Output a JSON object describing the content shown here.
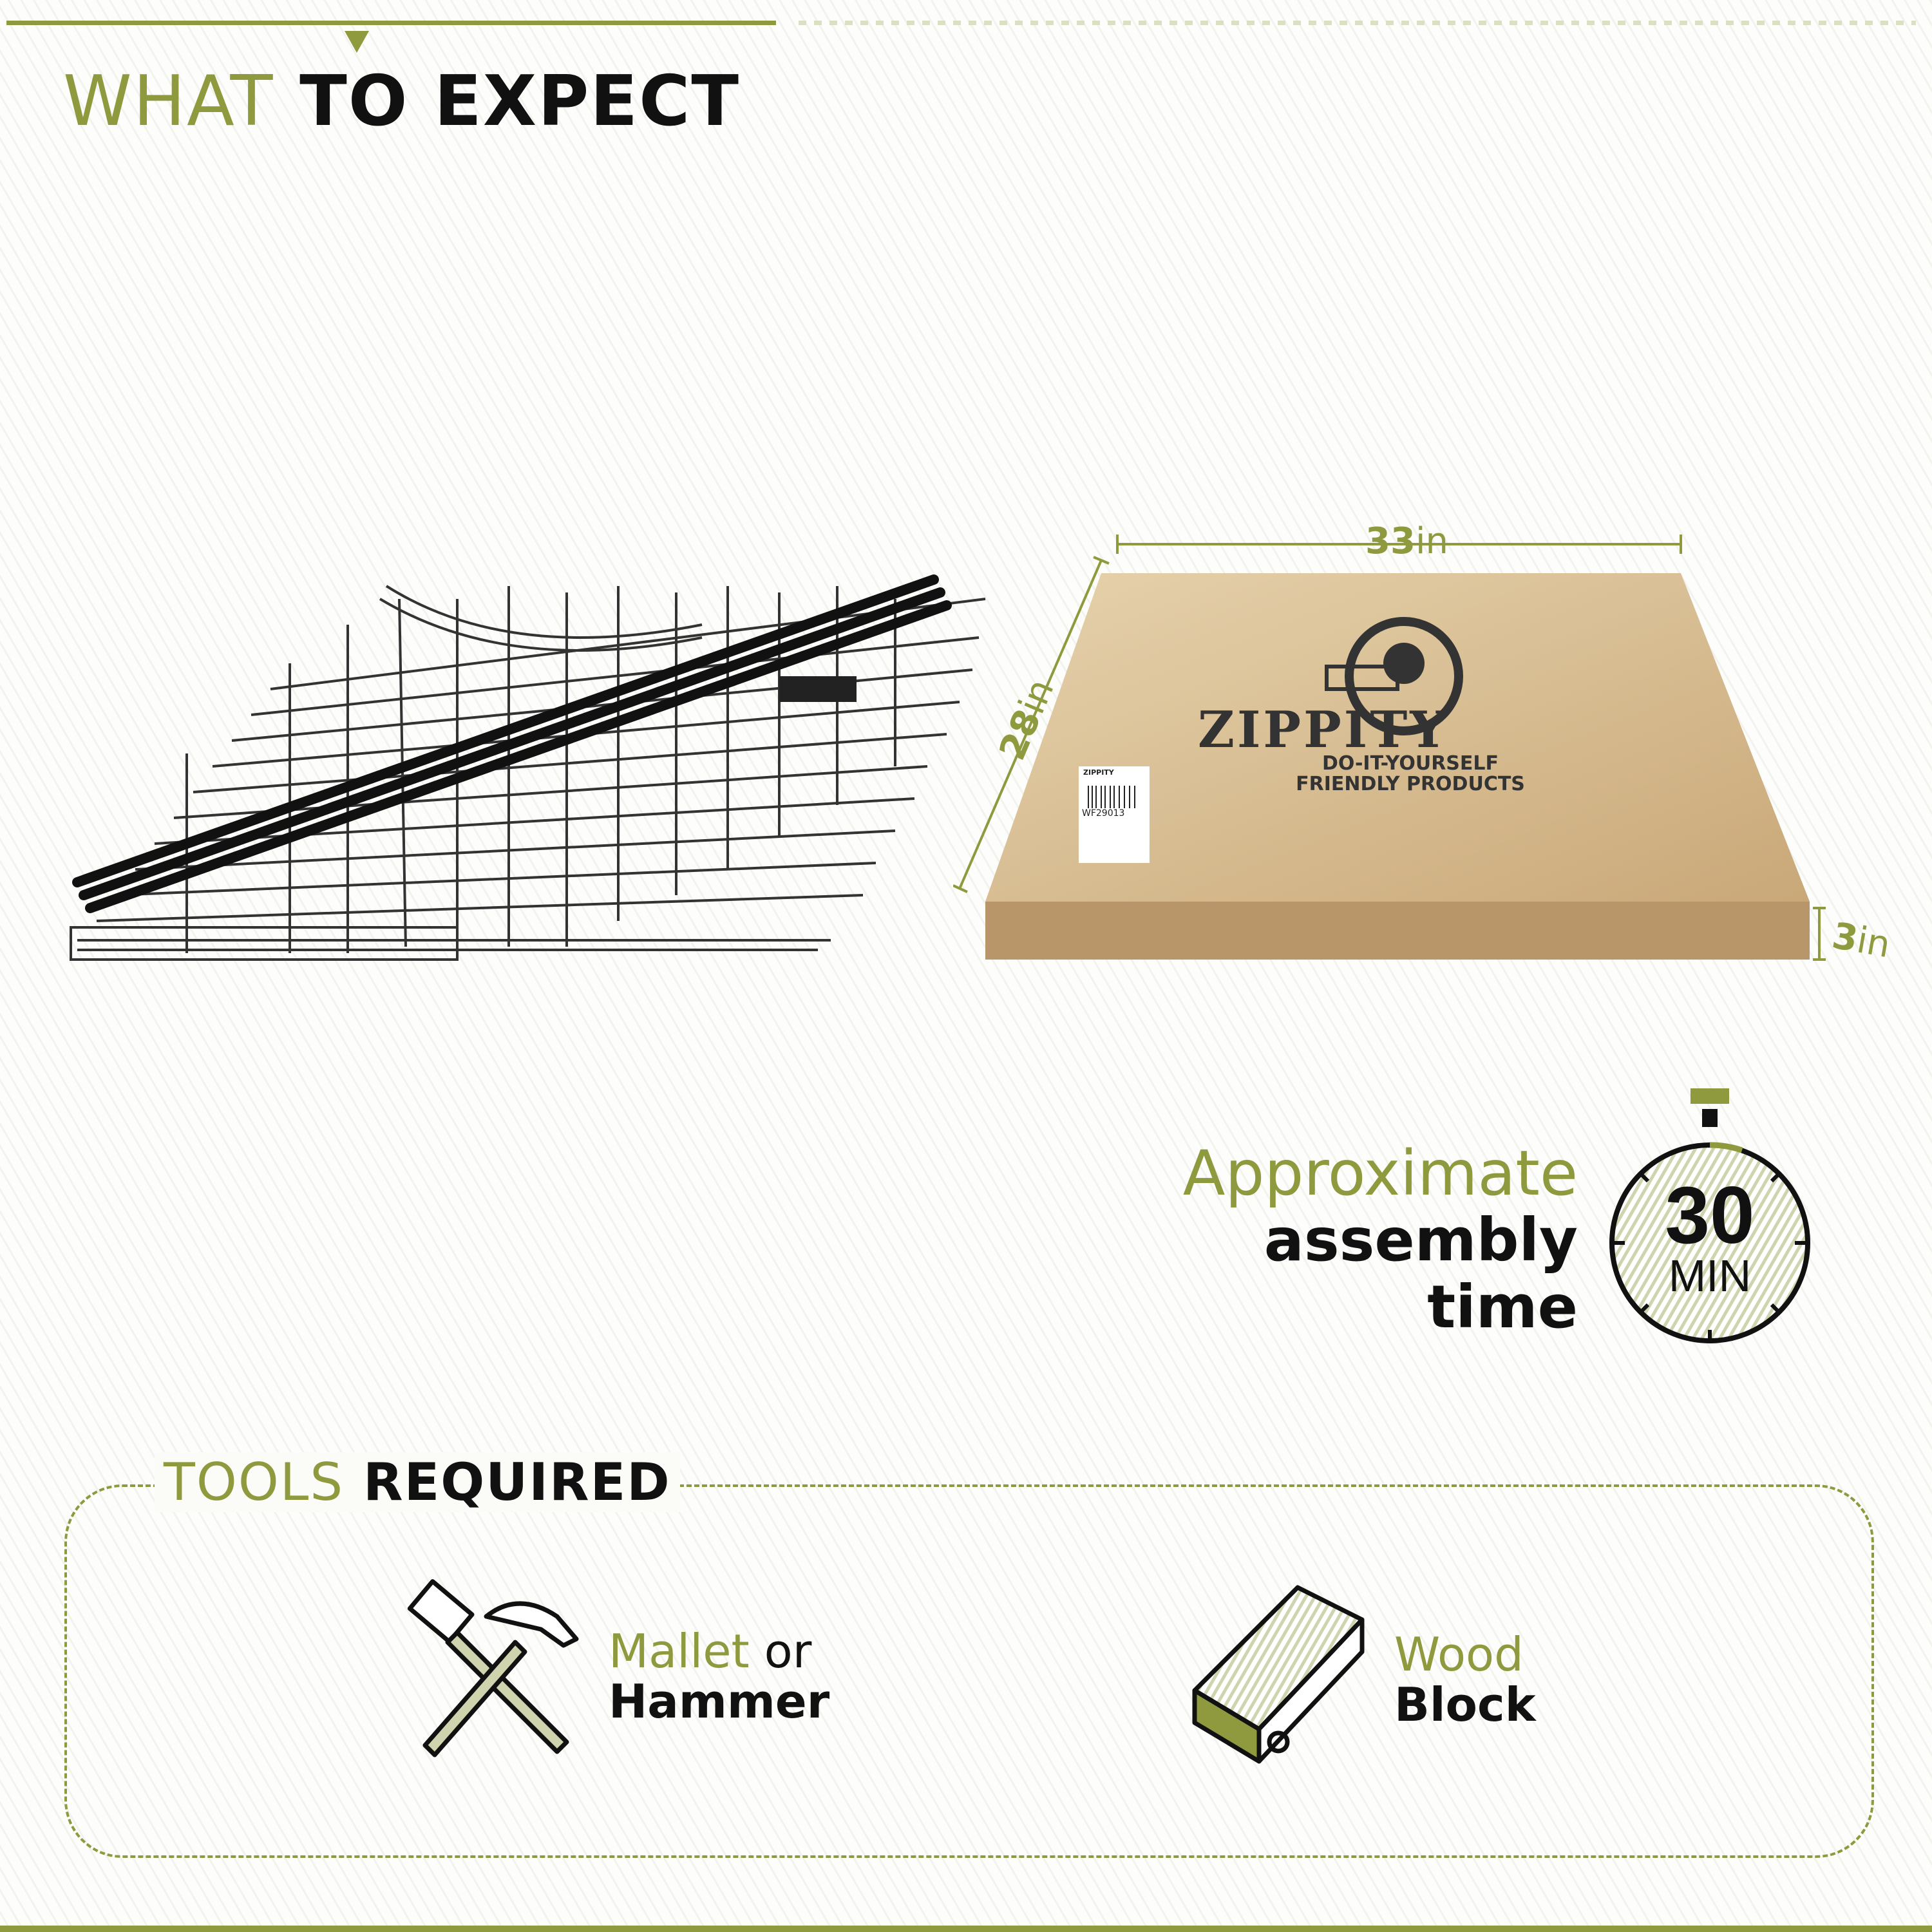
{
  "header": {
    "title_accent": "WHAT",
    "title_main": "TO EXPECT"
  },
  "dimensions": {
    "width_value": "33",
    "width_unit": "in",
    "depth_value": "28",
    "depth_unit": "in",
    "height_value": "3",
    "height_unit": "in"
  },
  "box": {
    "brand": "ZIPPITY",
    "tagline_1": "DO-IT-YOURSELF",
    "tagline_2": "FRIENDLY PRODUCTS",
    "label_brand": "ZIPPITY",
    "label_sku": "WF29013"
  },
  "assembly": {
    "line1": "Approximate",
    "line2": "assembly",
    "line3": "time",
    "minutes": "30",
    "unit": "MIN"
  },
  "tools": {
    "title_accent": "TOOLS",
    "title_main": "REQUIRED",
    "items": [
      {
        "accent": "Mallet",
        "connector": "or",
        "main": "Hammer"
      },
      {
        "accent": "Wood",
        "main": "Block"
      }
    ]
  },
  "colors": {
    "accent": "#8f9a3f",
    "text": "#111111",
    "cardboard": "#c9a878"
  }
}
